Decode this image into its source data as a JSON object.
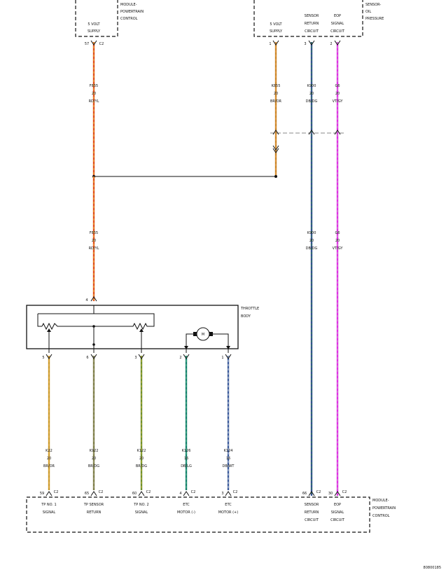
{
  "colors": {
    "orange_red": "#e04e1c",
    "brown_orange": "#c98528",
    "dark_blue_darkgreen": "#33518e",
    "violet_gray": "#e22de8",
    "brown_orange_2": "#c99a2a",
    "brown_darkgreen": "#7c7d45",
    "brown_darkgreen_2": "#6f8f2e",
    "darkblue_lightgreen": "#16806d",
    "darkblue_white": "#3c5c9c",
    "black": "#111111"
  },
  "top_left_module": {
    "name_lines": [
      "MODULE-",
      "POWERTRAIN",
      "CONTROL"
    ],
    "supply_lines": [
      "5 VOLT",
      "SUPPLY"
    ],
    "pin": "57",
    "connector": "C2"
  },
  "top_right_sensor": {
    "name_lines": [
      "SENSOR-",
      "OIL",
      "PRESSURE"
    ],
    "pins": [
      {
        "pin": "1",
        "lines": [
          "5 VOLT",
          "SUPPLY"
        ]
      },
      {
        "pin": "3",
        "lines": [
          "SENSOR",
          "RETURN",
          "CIRCUIT"
        ]
      },
      {
        "pin": "2",
        "lines": [
          "EOP",
          "SIGNAL",
          "CIRCUIT"
        ]
      }
    ]
  },
  "upper_wires": [
    {
      "code": "F855",
      "gauge": "20",
      "color": "RD/YL"
    },
    {
      "code": "K855",
      "gauge": "20",
      "color": "BR/OR"
    },
    {
      "code": "K900",
      "gauge": "20",
      "color": "DB/DG"
    },
    {
      "code": "G6",
      "gauge": "20",
      "color": "VT/GY"
    }
  ],
  "mid_wires": [
    {
      "code": "F855",
      "gauge": "20",
      "color": "RD/YL"
    },
    {
      "code": "K900",
      "gauge": "20",
      "color": "DB/DG"
    },
    {
      "code": "G6",
      "gauge": "20",
      "color": "VT/GY"
    }
  ],
  "throttle_body": {
    "name_lines": [
      "THROTTLE",
      "BODY"
    ],
    "top_pin": "4",
    "motor_symbol": "M",
    "bottom_pins": [
      "5",
      "6",
      "3",
      "2",
      "1"
    ]
  },
  "lower_wires": [
    {
      "code": "K22",
      "gauge": "20",
      "color": "BR/OR"
    },
    {
      "code": "K922",
      "gauge": "20",
      "color": "BR/DG"
    },
    {
      "code": "K122",
      "gauge": "20",
      "color": "BR/DG"
    },
    {
      "code": "K126",
      "gauge": "16",
      "color": "DB/LG"
    },
    {
      "code": "K124",
      "gauge": "16",
      "color": "DB/WT"
    }
  ],
  "bottom_module": {
    "name_lines": [
      "MODULE-",
      "POWERTRAIN",
      "CONTROL"
    ],
    "pins": [
      {
        "pin": "59",
        "connector": "C2",
        "lines": [
          "TP NO. 1",
          "SIGNAL"
        ]
      },
      {
        "pin": "65",
        "connector": "C2",
        "lines": [
          "TP SENSOR",
          "RETURN"
        ]
      },
      {
        "pin": "60",
        "connector": "C2",
        "lines": [
          "TP NO. 2",
          "SIGNAL"
        ]
      },
      {
        "pin": "4",
        "connector": "C2",
        "lines": [
          "ETC",
          "MOTOR (-)"
        ]
      },
      {
        "pin": "3",
        "connector": "C2",
        "lines": [
          "ETC",
          "MOTOR (+)"
        ]
      },
      {
        "pin": "66",
        "connector": "C2",
        "lines": [
          "SENSOR",
          "RETURN",
          "CIRCUIT"
        ]
      },
      {
        "pin": "30",
        "connector": "C2",
        "lines": [
          "EOP",
          "SIGNAL",
          "CIRCUIT"
        ]
      }
    ]
  },
  "figure_id": "80800185"
}
